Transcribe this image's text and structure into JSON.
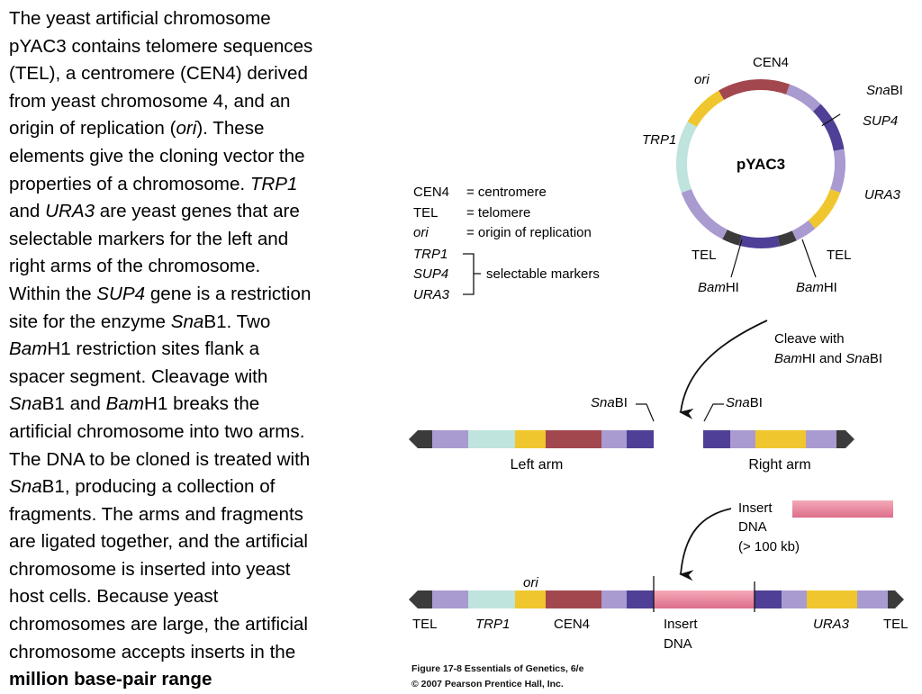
{
  "passage": {
    "lines": [
      [
        {
          "t": "The yeast artificial chromosome"
        }
      ],
      [
        {
          "t": "pYAC3 contains telomere sequences"
        }
      ],
      [
        {
          "t": "(TEL), a centromere (CEN4) derived"
        }
      ],
      [
        {
          "t": "from yeast chromosome 4, and an"
        }
      ],
      [
        {
          "t": "origin of replication ("
        },
        {
          "t": "ori",
          "s": "i"
        },
        {
          "t": "). These"
        }
      ],
      [
        {
          "t": "elements give the cloning vector the"
        }
      ],
      [
        {
          "t": "properties of a chromosome. "
        },
        {
          "t": "TRP1",
          "s": "i"
        }
      ],
      [
        {
          "t": "and "
        },
        {
          "t": "URA3",
          "s": "i"
        },
        {
          "t": " are yeast genes that are"
        }
      ],
      [
        {
          "t": "selectable markers for the left and"
        }
      ],
      [
        {
          "t": "right arms of the chromosome."
        }
      ],
      [
        {
          "t": "Within the "
        },
        {
          "t": "SUP4",
          "s": "i"
        },
        {
          "t": " gene is a restriction"
        }
      ],
      [
        {
          "t": "site for the enzyme "
        },
        {
          "t": "Sna",
          "s": "i"
        },
        {
          "t": "B1. Two"
        }
      ],
      [
        {
          "t": "Bam",
          "s": "i"
        },
        {
          "t": "H1 restriction sites flank a"
        }
      ],
      [
        {
          "t": "spacer segment. Cleavage with"
        }
      ],
      [
        {
          "t": "Sna",
          "s": "i"
        },
        {
          "t": "B1 and "
        },
        {
          "t": "Bam",
          "s": "i"
        },
        {
          "t": "H1 breaks the"
        }
      ],
      [
        {
          "t": "artificial chromosome into two arms."
        }
      ],
      [
        {
          "t": "The DNA to be cloned is treated with"
        }
      ],
      [
        {
          "t": "Sna",
          "s": "i"
        },
        {
          "t": "B1, producing a collection of"
        }
      ],
      [
        {
          "t": "fragments. The arms and fragments"
        }
      ],
      [
        {
          "t": "are ligated together, and the artificial"
        }
      ],
      [
        {
          "t": "chromosome is inserted into yeast"
        }
      ],
      [
        {
          "t": "host cells. Because yeast"
        }
      ],
      [
        {
          "t": "chromosomes are large, the artificial"
        }
      ],
      [
        {
          "t": "chromosome accepts inserts in the"
        }
      ],
      [
        {
          "t": "million base-pair range",
          "s": "b"
        }
      ]
    ]
  },
  "plasmid": {
    "name": "pYAC3",
    "labels": {
      "cen4": "CEN4",
      "ori": "ori",
      "snabi_sna": "Sna",
      "snabi_bi": "BI",
      "sup4": "SUP4",
      "trp1": "TRP1",
      "ura3": "URA3",
      "tel_left": "TEL",
      "tel_right": "TEL",
      "bam_left_italic": "Bam",
      "bam_left_rest": "HI",
      "bam_right_italic": "Bam",
      "bam_right_rest": "HI"
    }
  },
  "legend": {
    "rows": [
      {
        "abbr": "CEN4",
        "def": "= centromere"
      },
      {
        "abbr": "TEL",
        "def": "= telomere"
      },
      {
        "abbr": "ori",
        "def": "= origin of replication",
        "italic": true
      }
    ],
    "markers": [
      "TRP1",
      "SUP4",
      "URA3"
    ],
    "markers_label": "selectable markers"
  },
  "cleave_step": {
    "line1": "Cleave with",
    "line2_italic1": "Bam",
    "line2_text1": "HI and ",
    "line2_italic2": "Sna",
    "line2_text2": "BI"
  },
  "arms": {
    "left_snabi_italic": "Sna",
    "left_snabi_rest": "BI",
    "right_snabi_italic": "Sna",
    "right_snabi_rest": "BI",
    "left_label": "Left arm",
    "right_label": "Right arm"
  },
  "insert_step": {
    "line1": "Insert",
    "line2": "DNA",
    "line3": "(> 100 kb)"
  },
  "final": {
    "ori": "ori",
    "tel_left": "TEL",
    "trp1": "TRP1",
    "cen4": "CEN4",
    "insert_line1": "Insert",
    "insert_line2": "DNA",
    "ura3": "URA3",
    "tel_right": "TEL"
  },
  "caption": {
    "line1": "Figure 17-8  Essentials of Genetics, 6/e",
    "line2": "© 2007 Pearson Prentice Hall, Inc."
  },
  "colors": {
    "purple_light": "#a99ad0",
    "purple_dark": "#4f3f96",
    "teal": "#bfe3dd",
    "yellow": "#f0c62e",
    "maroon": "#a3474f",
    "tel_gray": "#3b3b3b",
    "insert_pink": "#e27c96"
  }
}
